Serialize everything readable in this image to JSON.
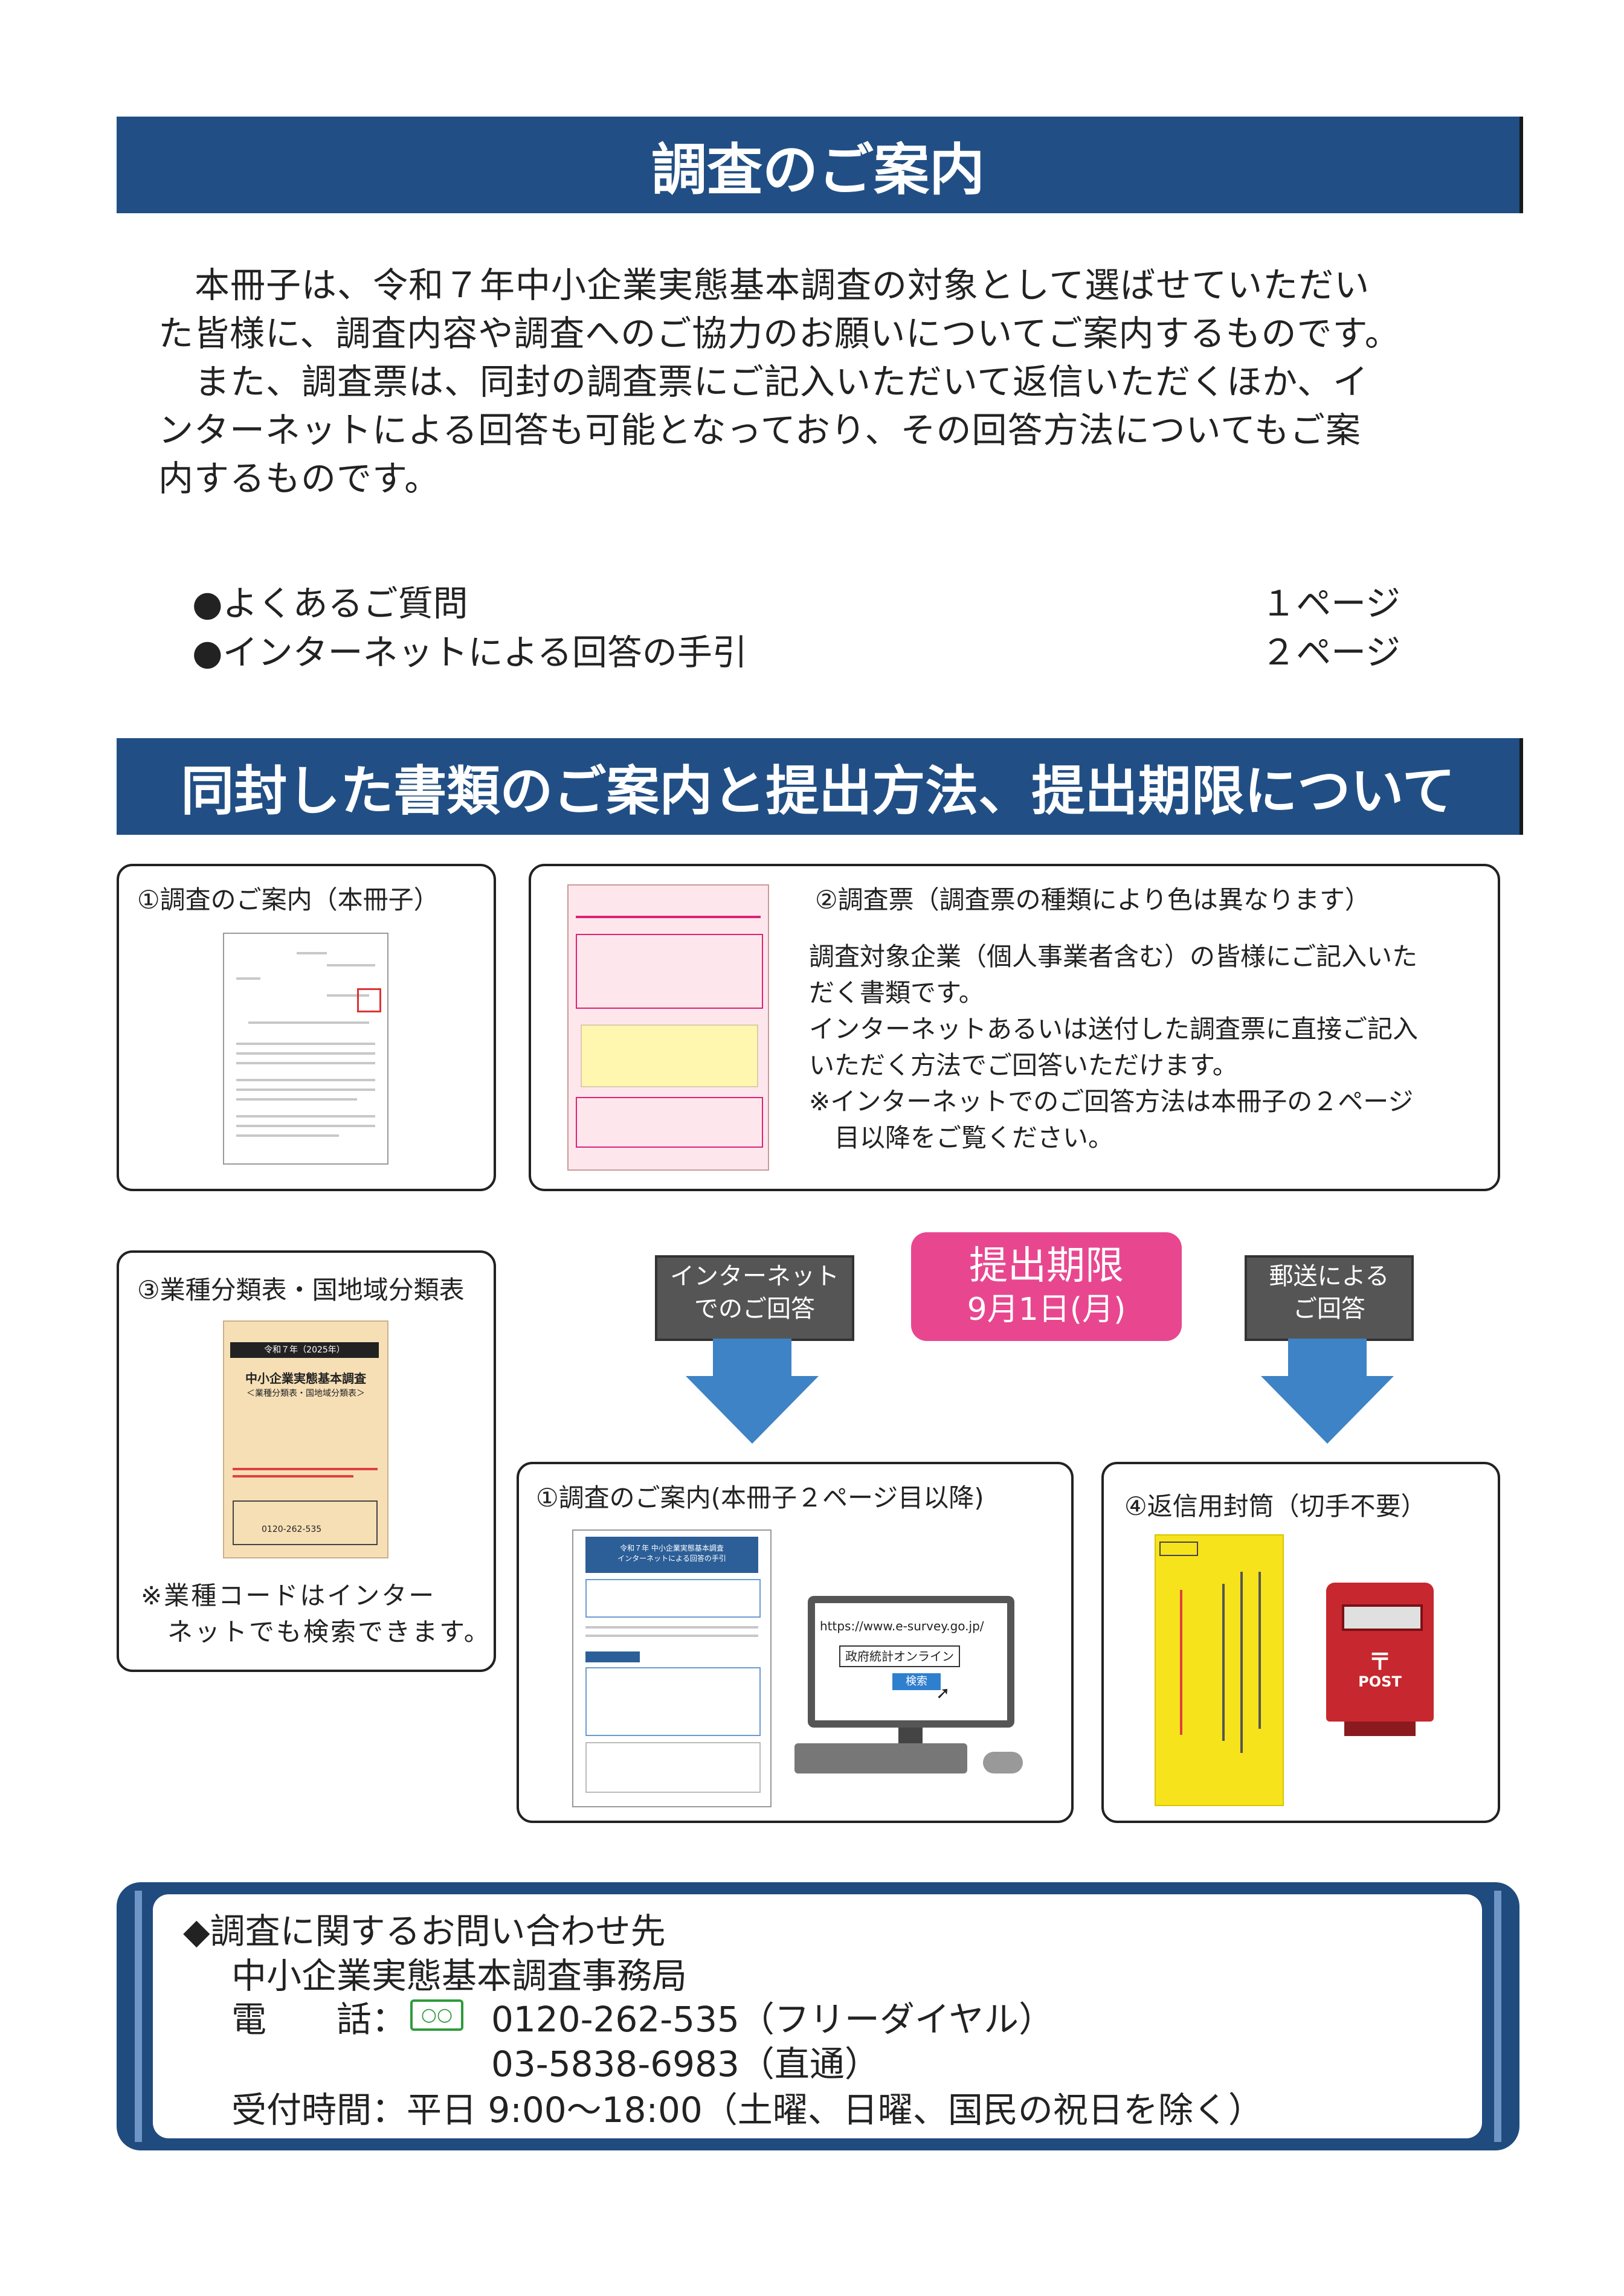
{
  "section1": {
    "title": "調査のご案内",
    "paragraph1_line1": "本冊子は、令和７年中小企業実態基本調査の対象として選ばせていただい",
    "paragraph1_line2": "た皆様に、調査内容や調査へのご協力のお願いについてご案内するものです。",
    "paragraph2_line1": "また、調査票は、同封の調査票にご記入いただいて返信いただくほか、イ",
    "paragraph2_line2": "ンターネットによる回答も可能となっており、その回答方法についてもご案",
    "paragraph2_line3": "内するものです。",
    "toc": [
      {
        "label": "●よくあるご質問",
        "page": "１ページ"
      },
      {
        "label": "●インターネットによる回答の手引",
        "page": "２ページ"
      }
    ]
  },
  "section2": {
    "title": "同封した書類のご案内と提出方法、提出期限について",
    "card1": {
      "title": "①調査のご案内（本冊子）"
    },
    "card2": {
      "title": "②調査票（調査票の種類により色は異なります）",
      "line1": "調査対象企業（個人事業者含む）の皆様にご記入いた",
      "line2": "だく書類です。",
      "line3": "インターネットあるいは送付した調査票に直接ご記入",
      "line4": "いただく方法でご回答いただけます。",
      "line5": "※インターネットでのご回答方法は本冊子の２ページ",
      "line6": "目以降をご覧ください。"
    },
    "card3": {
      "title": "③業種分類表・国地域分類表",
      "note_line1": "※業種コードはインター",
      "note_line2": "ネットでも検索できます。",
      "booklet_year": "令和７年（2025年）",
      "booklet_title": "中小企業実態基本調査",
      "booklet_sub": "＜業種分類表・国地域分類表＞",
      "booklet_phone": "0120-262-535"
    },
    "internet_label_line1": "インターネット",
    "internet_label_line2": "でのご回答",
    "deadline_title": "提出期限",
    "deadline_date": "9月1日(月)",
    "mail_label_line1": "郵送による",
    "mail_label_line2": "ご回答",
    "card4": {
      "title": "①調査のご案内(本冊子２ページ目以降)",
      "url": "https://www.e-survey.go.jp/",
      "site_name": "政府統計オンライン",
      "search_button": "検索",
      "guide_header_line1": "令和７年 中小企業実態基本調査",
      "guide_header_line2": "インターネットによる回答の手引"
    },
    "card5": {
      "title": "④返信用封筒（切手不要）",
      "postbox_label": "POST"
    }
  },
  "contact": {
    "heading": "◆調査に関するお問い合わせ先",
    "office": "中小企業実態基本調査事務局",
    "phone_label": "電　　話：",
    "phone_free": "0120-262-535（フリーダイヤル）",
    "phone_direct": "03-5838-6983（直通）",
    "hours": "受付時間：平日 9:00〜18:00（土曜、日曜、国民の祝日を除く）"
  },
  "colors": {
    "band": "#214f85",
    "arrow": "#3d83c6",
    "deadline": "#e8478f",
    "label_gray": "#555555"
  }
}
